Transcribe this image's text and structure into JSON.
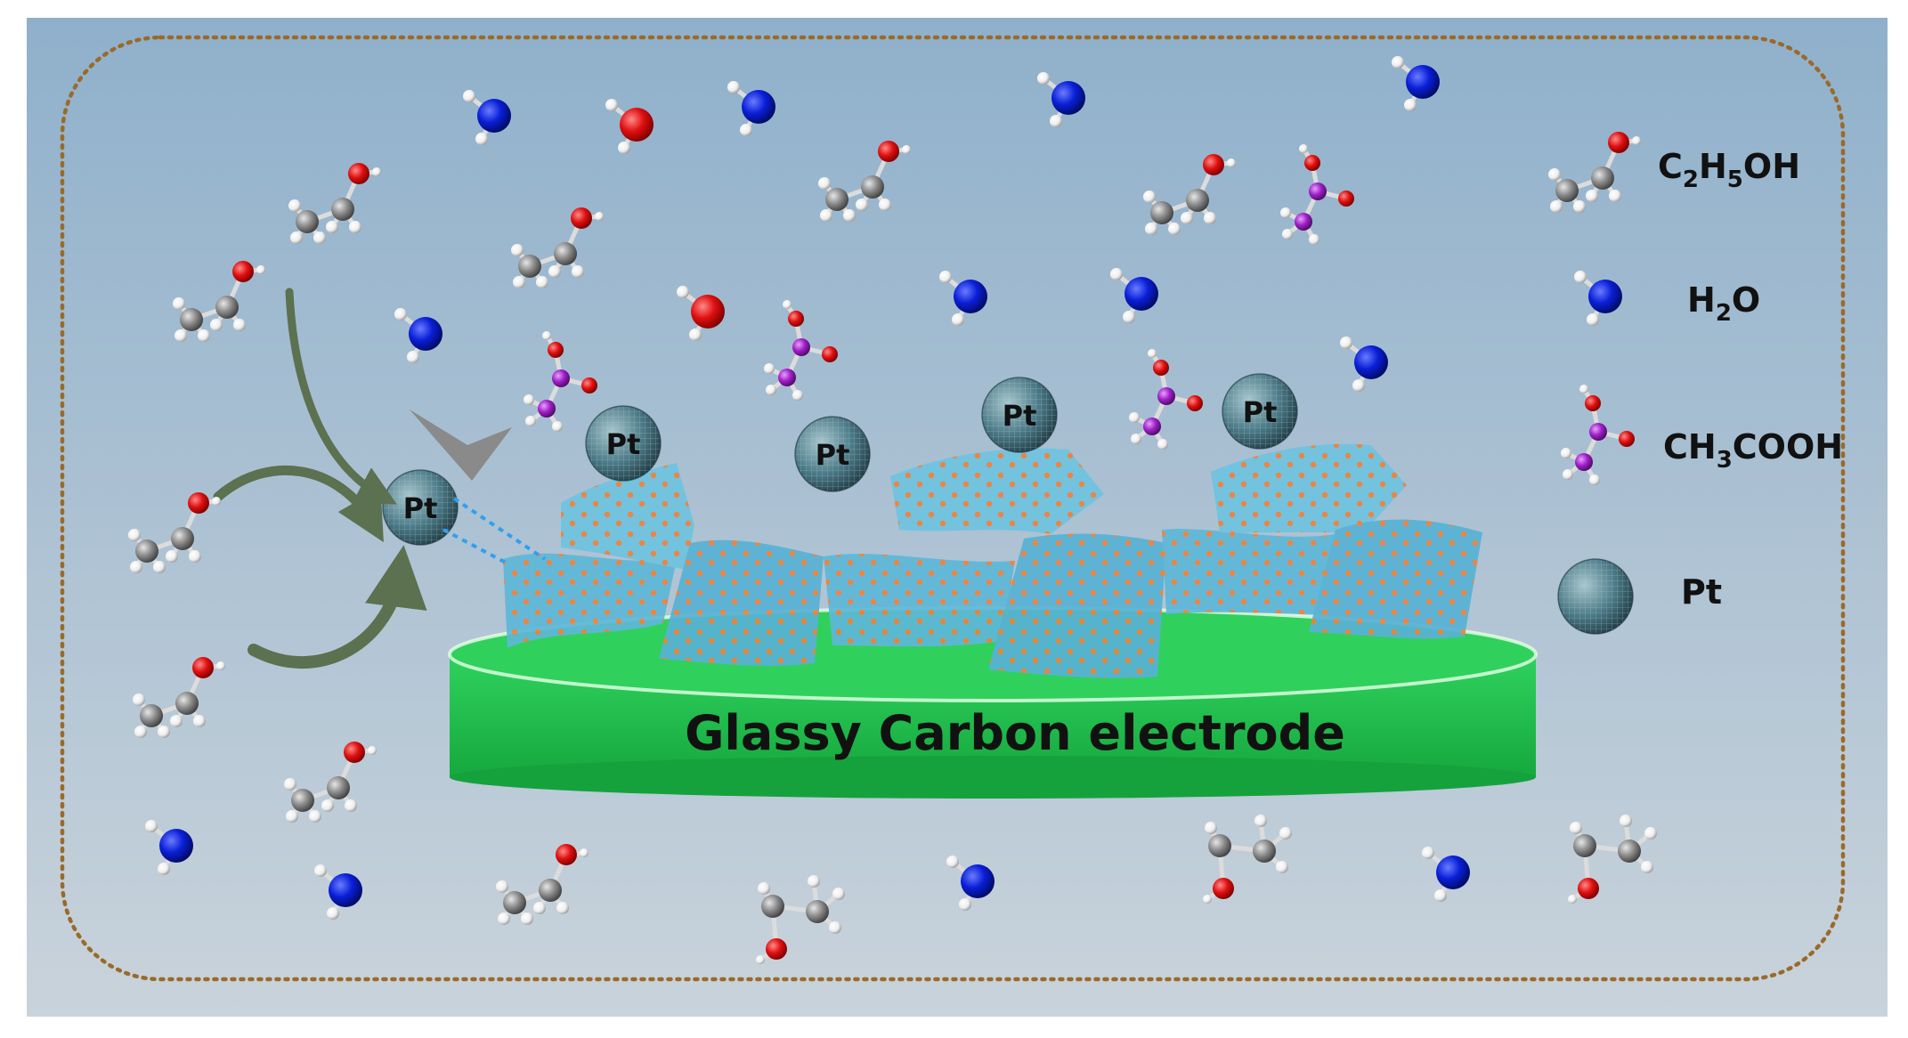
{
  "electrode": {
    "label": "Glassy Carbon electrode"
  },
  "particle_label": "Pt",
  "legend": [
    {
      "key": "ethanol",
      "main": "C",
      "parts": [
        [
          "C",
          ""
        ],
        [
          "2",
          "sub"
        ],
        [
          "H",
          ""
        ],
        [
          "5",
          "sub"
        ],
        [
          "OH",
          ""
        ]
      ]
    },
    {
      "key": "water",
      "parts": [
        [
          "H",
          ""
        ],
        [
          "2",
          "sub"
        ],
        [
          "O",
          ""
        ]
      ]
    },
    {
      "key": "acetic_acid",
      "parts": [
        [
          "CH",
          ""
        ],
        [
          "3",
          "sub"
        ],
        [
          "COOH",
          ""
        ]
      ]
    },
    {
      "key": "platinum",
      "parts": [
        [
          "Pt",
          ""
        ]
      ]
    }
  ],
  "colors": {
    "background_top": "#8fb0cb",
    "background_bottom": "#c8d2da",
    "border_dots": "#9a6a2a",
    "electrode": "#22c24e",
    "electrode_dark": "#119a38",
    "oxygen": "#e01010",
    "carbon": "#8c8c8c",
    "hydrogen": "#f0f0f0",
    "water_oxygen": "#0a1fd8",
    "acid_carbon": "#a020c8",
    "sheet": "#5fb8d8",
    "sheet_dots": "#f0813a",
    "pt_particle": "#3f6a7a",
    "arrow_green": "#5b7150",
    "arrow_gray": "#8a8a8a",
    "dashed_link": "#2fa0f0"
  },
  "icons": [
    "ethanol-molecule-icon",
    "water-molecule-icon",
    "acetic-acid-molecule-icon",
    "pt-nanoparticle-icon"
  ]
}
